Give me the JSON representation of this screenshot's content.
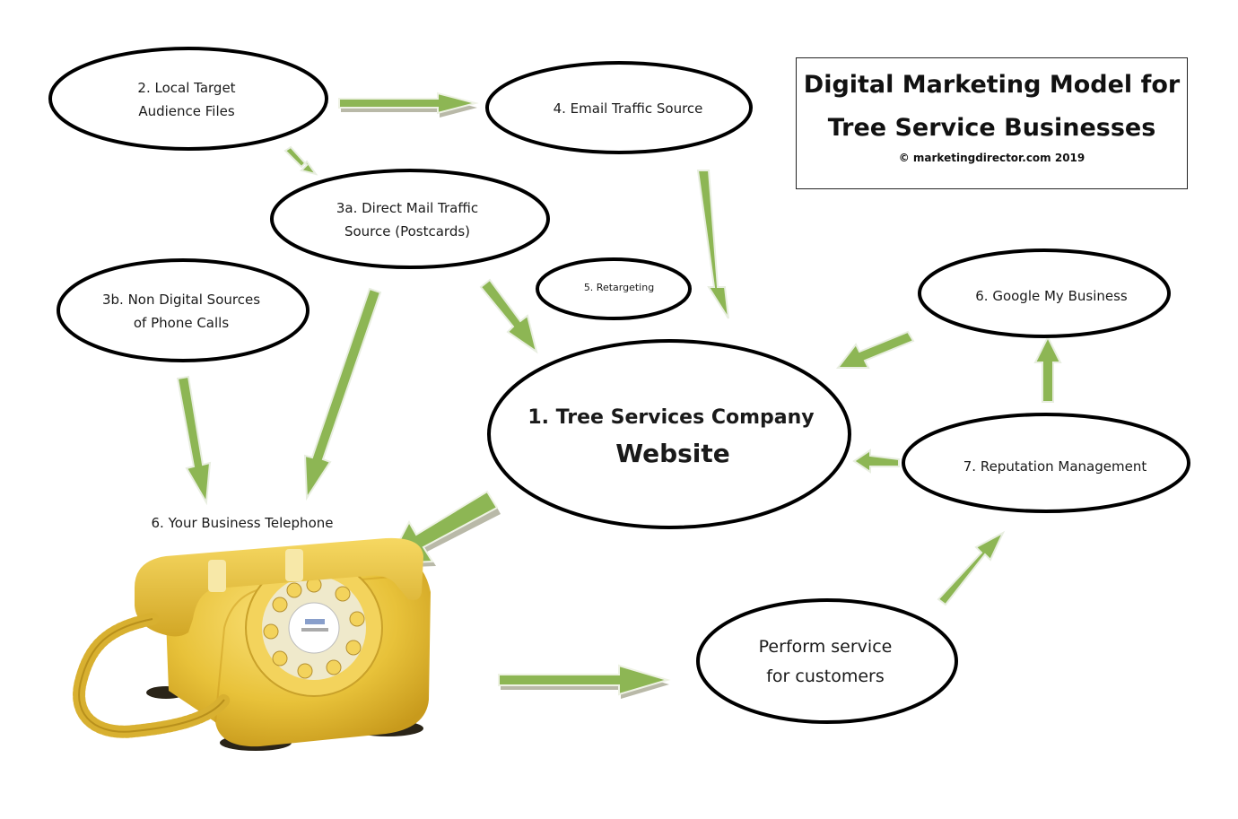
{
  "title": {
    "line1": "Digital Marketing Model for",
    "line2": "Tree Service Businesses",
    "copyright": "© marketingdirector.com  2019"
  },
  "nodes": {
    "website": {
      "line1": "1. Tree Services Company",
      "line2": "Website"
    },
    "local_target": {
      "line1": "2. Local Target",
      "line2": "Audience Files"
    },
    "direct_mail": {
      "line1": "3a. Direct Mail Traffic",
      "line2": "Source (Postcards)"
    },
    "non_digital": {
      "line1": "3b. Non Digital Sources",
      "line2": "of Phone Calls"
    },
    "email": {
      "line1": "4. Email Traffic Source"
    },
    "retargeting": {
      "line1": "5. Retargeting"
    },
    "google": {
      "line1": "6. Google My Business"
    },
    "reputation": {
      "line1": "7. Reputation Management"
    },
    "perform": {
      "line1": "Perform service",
      "line2": "for customers"
    },
    "telephone": {
      "label": "6. Your Business Telephone"
    }
  },
  "colors": {
    "arrow_fill": "#8db654",
    "arrow_shadow": "#b9b9a8",
    "ellipse_stroke": "#000000",
    "phone_body": "#e8c23a"
  }
}
